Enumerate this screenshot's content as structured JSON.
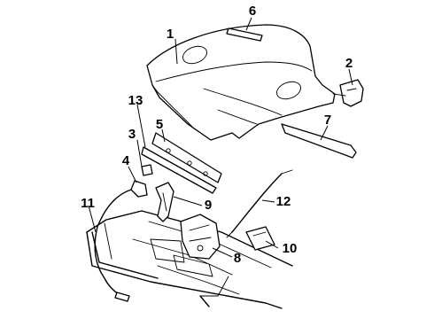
{
  "callouts": {
    "c1": "1",
    "c2": "2",
    "c3": "3",
    "c4": "4",
    "c5": "5",
    "c6": "6",
    "c7": "7",
    "c8": "8",
    "c9": "9",
    "c10": "10",
    "c11": "11",
    "c12": "12",
    "c13": "13"
  }
}
